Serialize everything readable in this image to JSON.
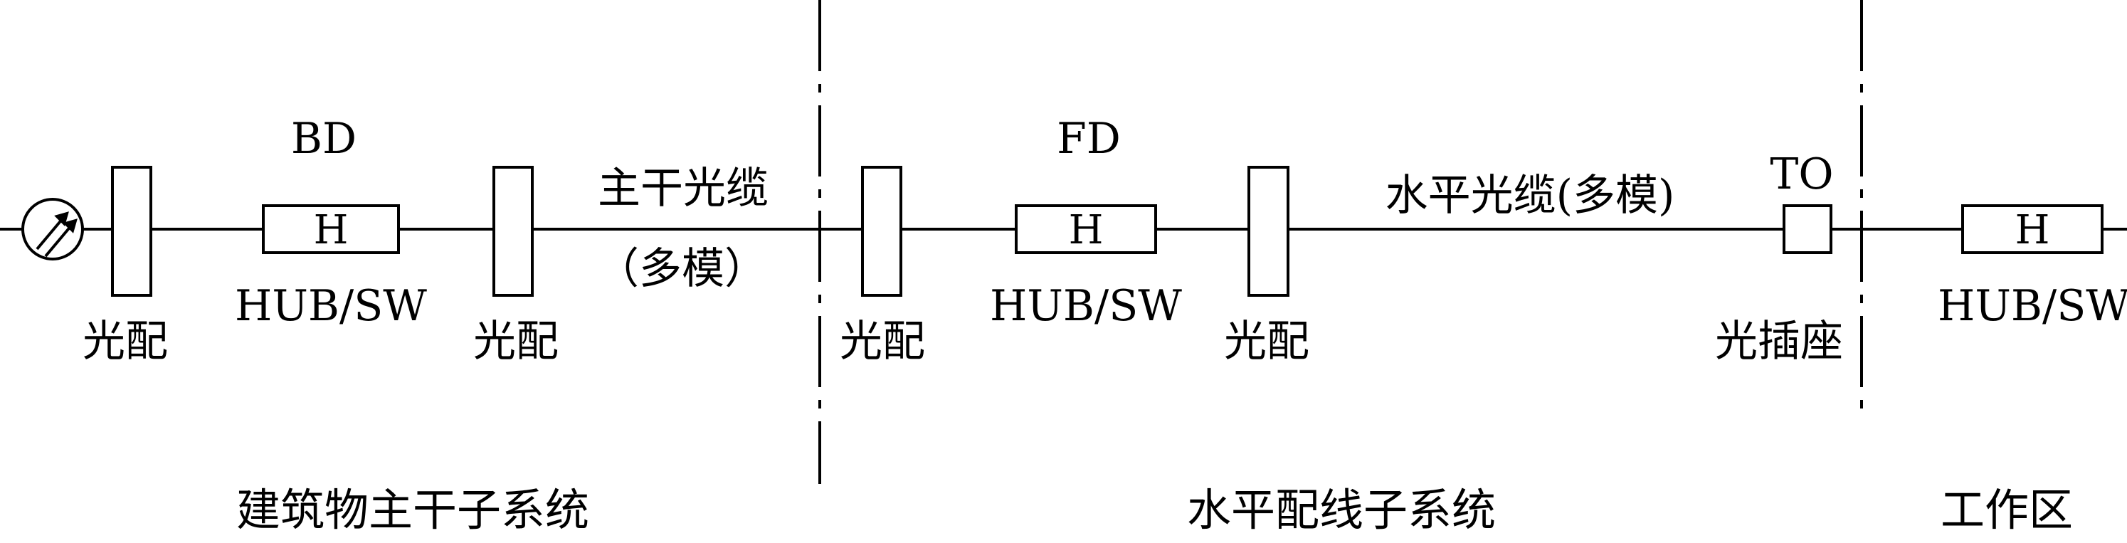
{
  "diagram": {
    "source_label": "",
    "building_distributor": {
      "tag": "BD",
      "patch_panel_in": "光配",
      "hub": {
        "letter": "H",
        "label": "HUB/SW"
      },
      "patch_panel_out": "光配"
    },
    "backbone_cable": {
      "line1": "主干光缆",
      "line2": "（多模）"
    },
    "floor_distributor": {
      "tag": "FD",
      "patch_panel_in": "光配",
      "hub": {
        "letter": "H",
        "label": "HUB/SW"
      },
      "patch_panel_out": "光配"
    },
    "horizontal_cable": {
      "label": "水平光缆(多模)"
    },
    "outlet": {
      "tag": "TO",
      "label": "光插座"
    },
    "work_area_device": {
      "letter": "H",
      "label": "HUB/SW"
    },
    "sections": {
      "backbone": "建筑物主干子系统",
      "horizontal": "水平配线子系统",
      "work_area": "工作区"
    }
  }
}
